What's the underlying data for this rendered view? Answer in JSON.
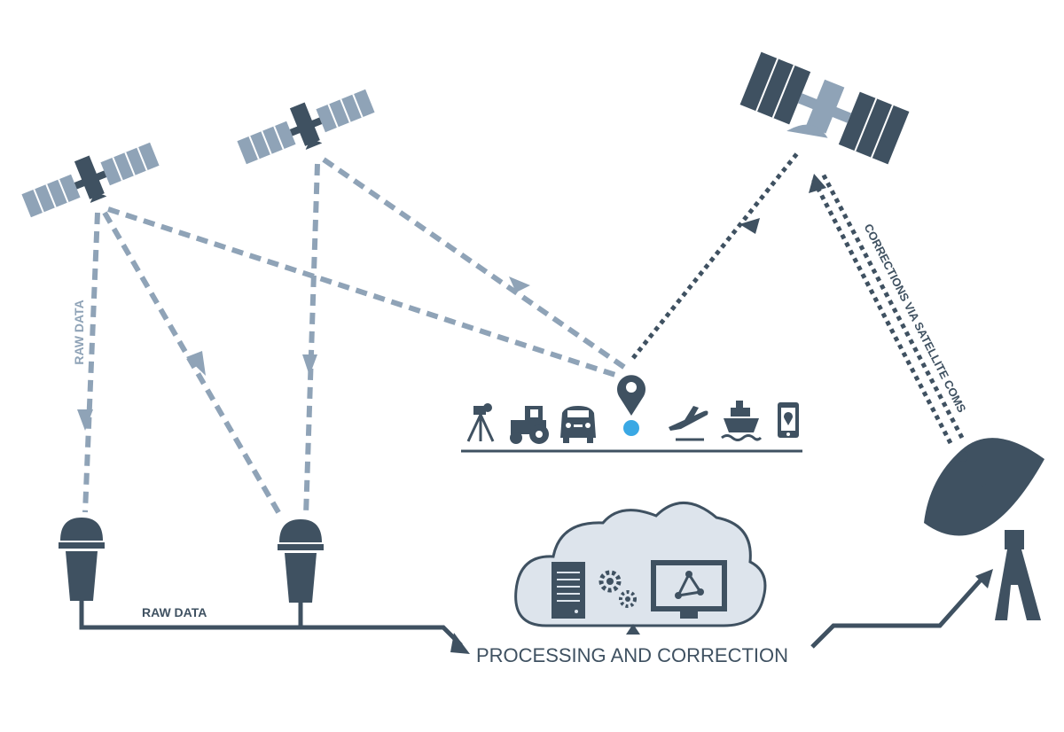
{
  "labels": {
    "raw_data_vertical": "RAW DATA",
    "raw_data_horizontal": "RAW DATA",
    "processing": "PROCESSING AND CORRECTION",
    "corrections": "CORRECTIONS VIA SATELLITE COMS"
  },
  "icons": {
    "gnss_satellites": [
      "satellite-icon",
      "satellite-icon"
    ],
    "comms_satellite": "communication-satellite-icon",
    "base_stations": [
      "gnss-reference-station-icon",
      "gnss-reference-station-icon"
    ],
    "users": [
      "surveyor-tripod-icon",
      "tractor-icon",
      "car-icon",
      "location-pin-icon",
      "airplane-icon",
      "ship-icon",
      "smartphone-icon"
    ],
    "cloud": "cloud-icon",
    "server": "server-icon",
    "gears": "gears-icon",
    "monitor": "monitor-icon",
    "dish": "satellite-dish-icon"
  },
  "colors": {
    "light": "#8fa3b7",
    "dark": "#3f5161",
    "accent": "#3aa8e4",
    "cloud_fill": "#dde4ec"
  }
}
